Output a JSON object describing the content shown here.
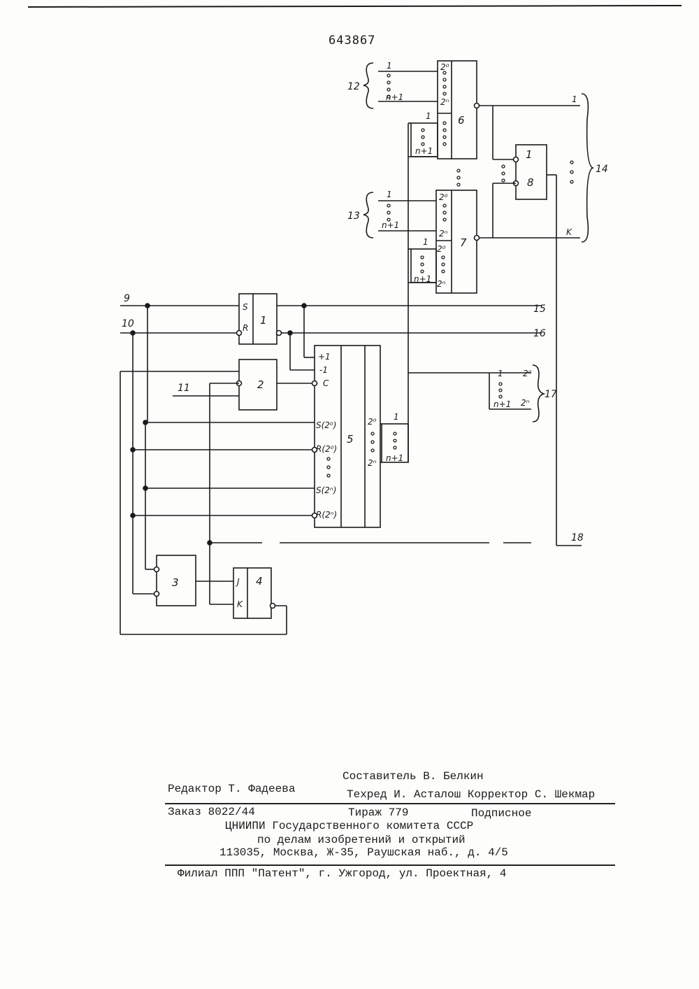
{
  "header": {
    "patent_number": "643867"
  },
  "diagram": {
    "blocks": {
      "b1": "1",
      "b2": "2",
      "b3": "3",
      "b4": "4",
      "b5": "5",
      "b6": "6",
      "b7": "7",
      "b8": "8",
      "b_or1": "1"
    },
    "ports": {
      "S": "S",
      "R": "R",
      "J": "J",
      "K": "K",
      "plus1": "+1",
      "minus1": "-1",
      "C": "C",
      "s20": "S(2⁰)",
      "r20": "R(2⁰)",
      "s2n": "S(2ⁿ)",
      "r2n": "R(2ⁿ)",
      "two0": "2⁰",
      "twon": "2ⁿ",
      "one": "1",
      "nplus1": "n+1",
      "k": "K"
    },
    "line_labels": {
      "l9": "9",
      "l10": "10",
      "l11": "11",
      "l12": "12",
      "l13": "13",
      "l14": "14",
      "l15": "15",
      "l16": "16",
      "l17": "17",
      "l18": "18",
      "out1": "1"
    }
  },
  "imprint": {
    "compiler": "Составитель В. Белкин",
    "editor": "Редактор Т. Фадеева",
    "techred": "Техред И. Асталош Корректор С. Шекмар",
    "order": "Заказ 8022/44",
    "circulation": "Тираж 779",
    "subscription": "Подписное",
    "org1": "ЦНИИПИ Государственного комитета СССР",
    "org2": "по делам изобретений и открытий",
    "address": "113035, Москва, Ж-35, Раушская наб., д. 4/5",
    "branch": "Филиал ППП \"Патент\", г. Ужгород, ул. Проектная, 4"
  }
}
